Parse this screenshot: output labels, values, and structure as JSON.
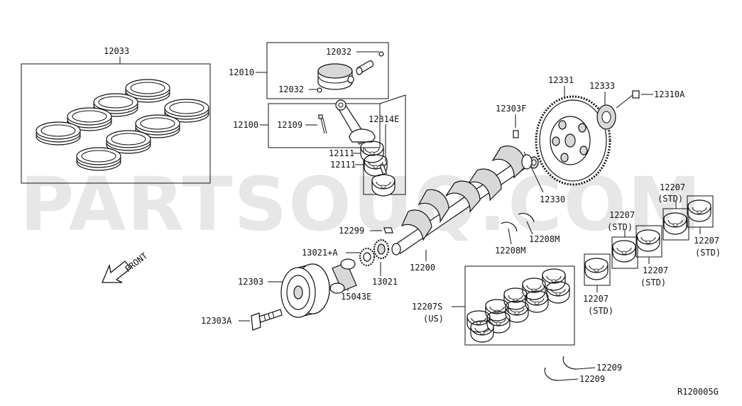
{
  "watermark": "PARTSOUQ.COM",
  "diagram_code": "R120005G",
  "front_label": "FRONT",
  "labels": {
    "rings": "12033",
    "piston": "12010",
    "pin_top": "12032",
    "pin_clip": "12032",
    "rod_assy": "12100",
    "rod_bolt": "12109",
    "rod_bearing_box": "12314E",
    "rod_bearing_a": "12111",
    "rod_bearing_b": "12111",
    "dowel": "12303F",
    "flywheel": "12331",
    "flywheel_plate": "12333",
    "flywheel_bolt": "12310A",
    "pilot": "12330",
    "key": "12299",
    "sprocket_a": "13021+A",
    "sprocket": "13021",
    "crankshaft": "12200",
    "pulley": "12303",
    "pulley_bolt": "12303A",
    "spacer": "15043E",
    "thrust_a": "12208M",
    "thrust_b": "12208M",
    "main_set": "12207S",
    "main_set_sub": "(US)",
    "main_1": "12207",
    "main_1_sub": "(STD)",
    "main_2": "12207",
    "main_2_sub": "(STD)",
    "main_3": "12207",
    "main_3_sub": "(STD)",
    "main_4": "12207",
    "main_4_sub": "(STD)",
    "main_5": "12207",
    "main_5_sub": "(STD)",
    "washer_a": "12209",
    "washer_b": "12209"
  }
}
